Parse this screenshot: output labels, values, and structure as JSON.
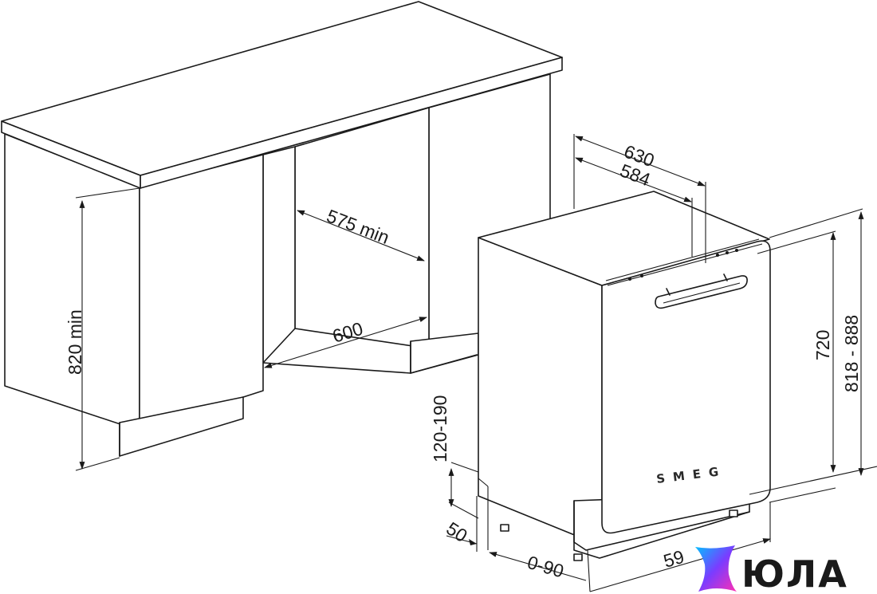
{
  "dimensions": {
    "cabinet_height": "820 min",
    "cabinet_depth": "575 min",
    "cabinet_width": "600",
    "top_depth": "630",
    "inner_depth": "584",
    "appliance_height": "720",
    "height_range": "818 - 888",
    "plinth_range": "120-190",
    "plinth_offset": "50",
    "door_adjust": "0-90",
    "appliance_width_partial": "59"
  },
  "appliance": {
    "brand": "SMEG"
  },
  "watermark": {
    "text": "ЮЛА",
    "colors": [
      "#00c2ff",
      "#7a3cff",
      "#ff2fb3"
    ]
  }
}
